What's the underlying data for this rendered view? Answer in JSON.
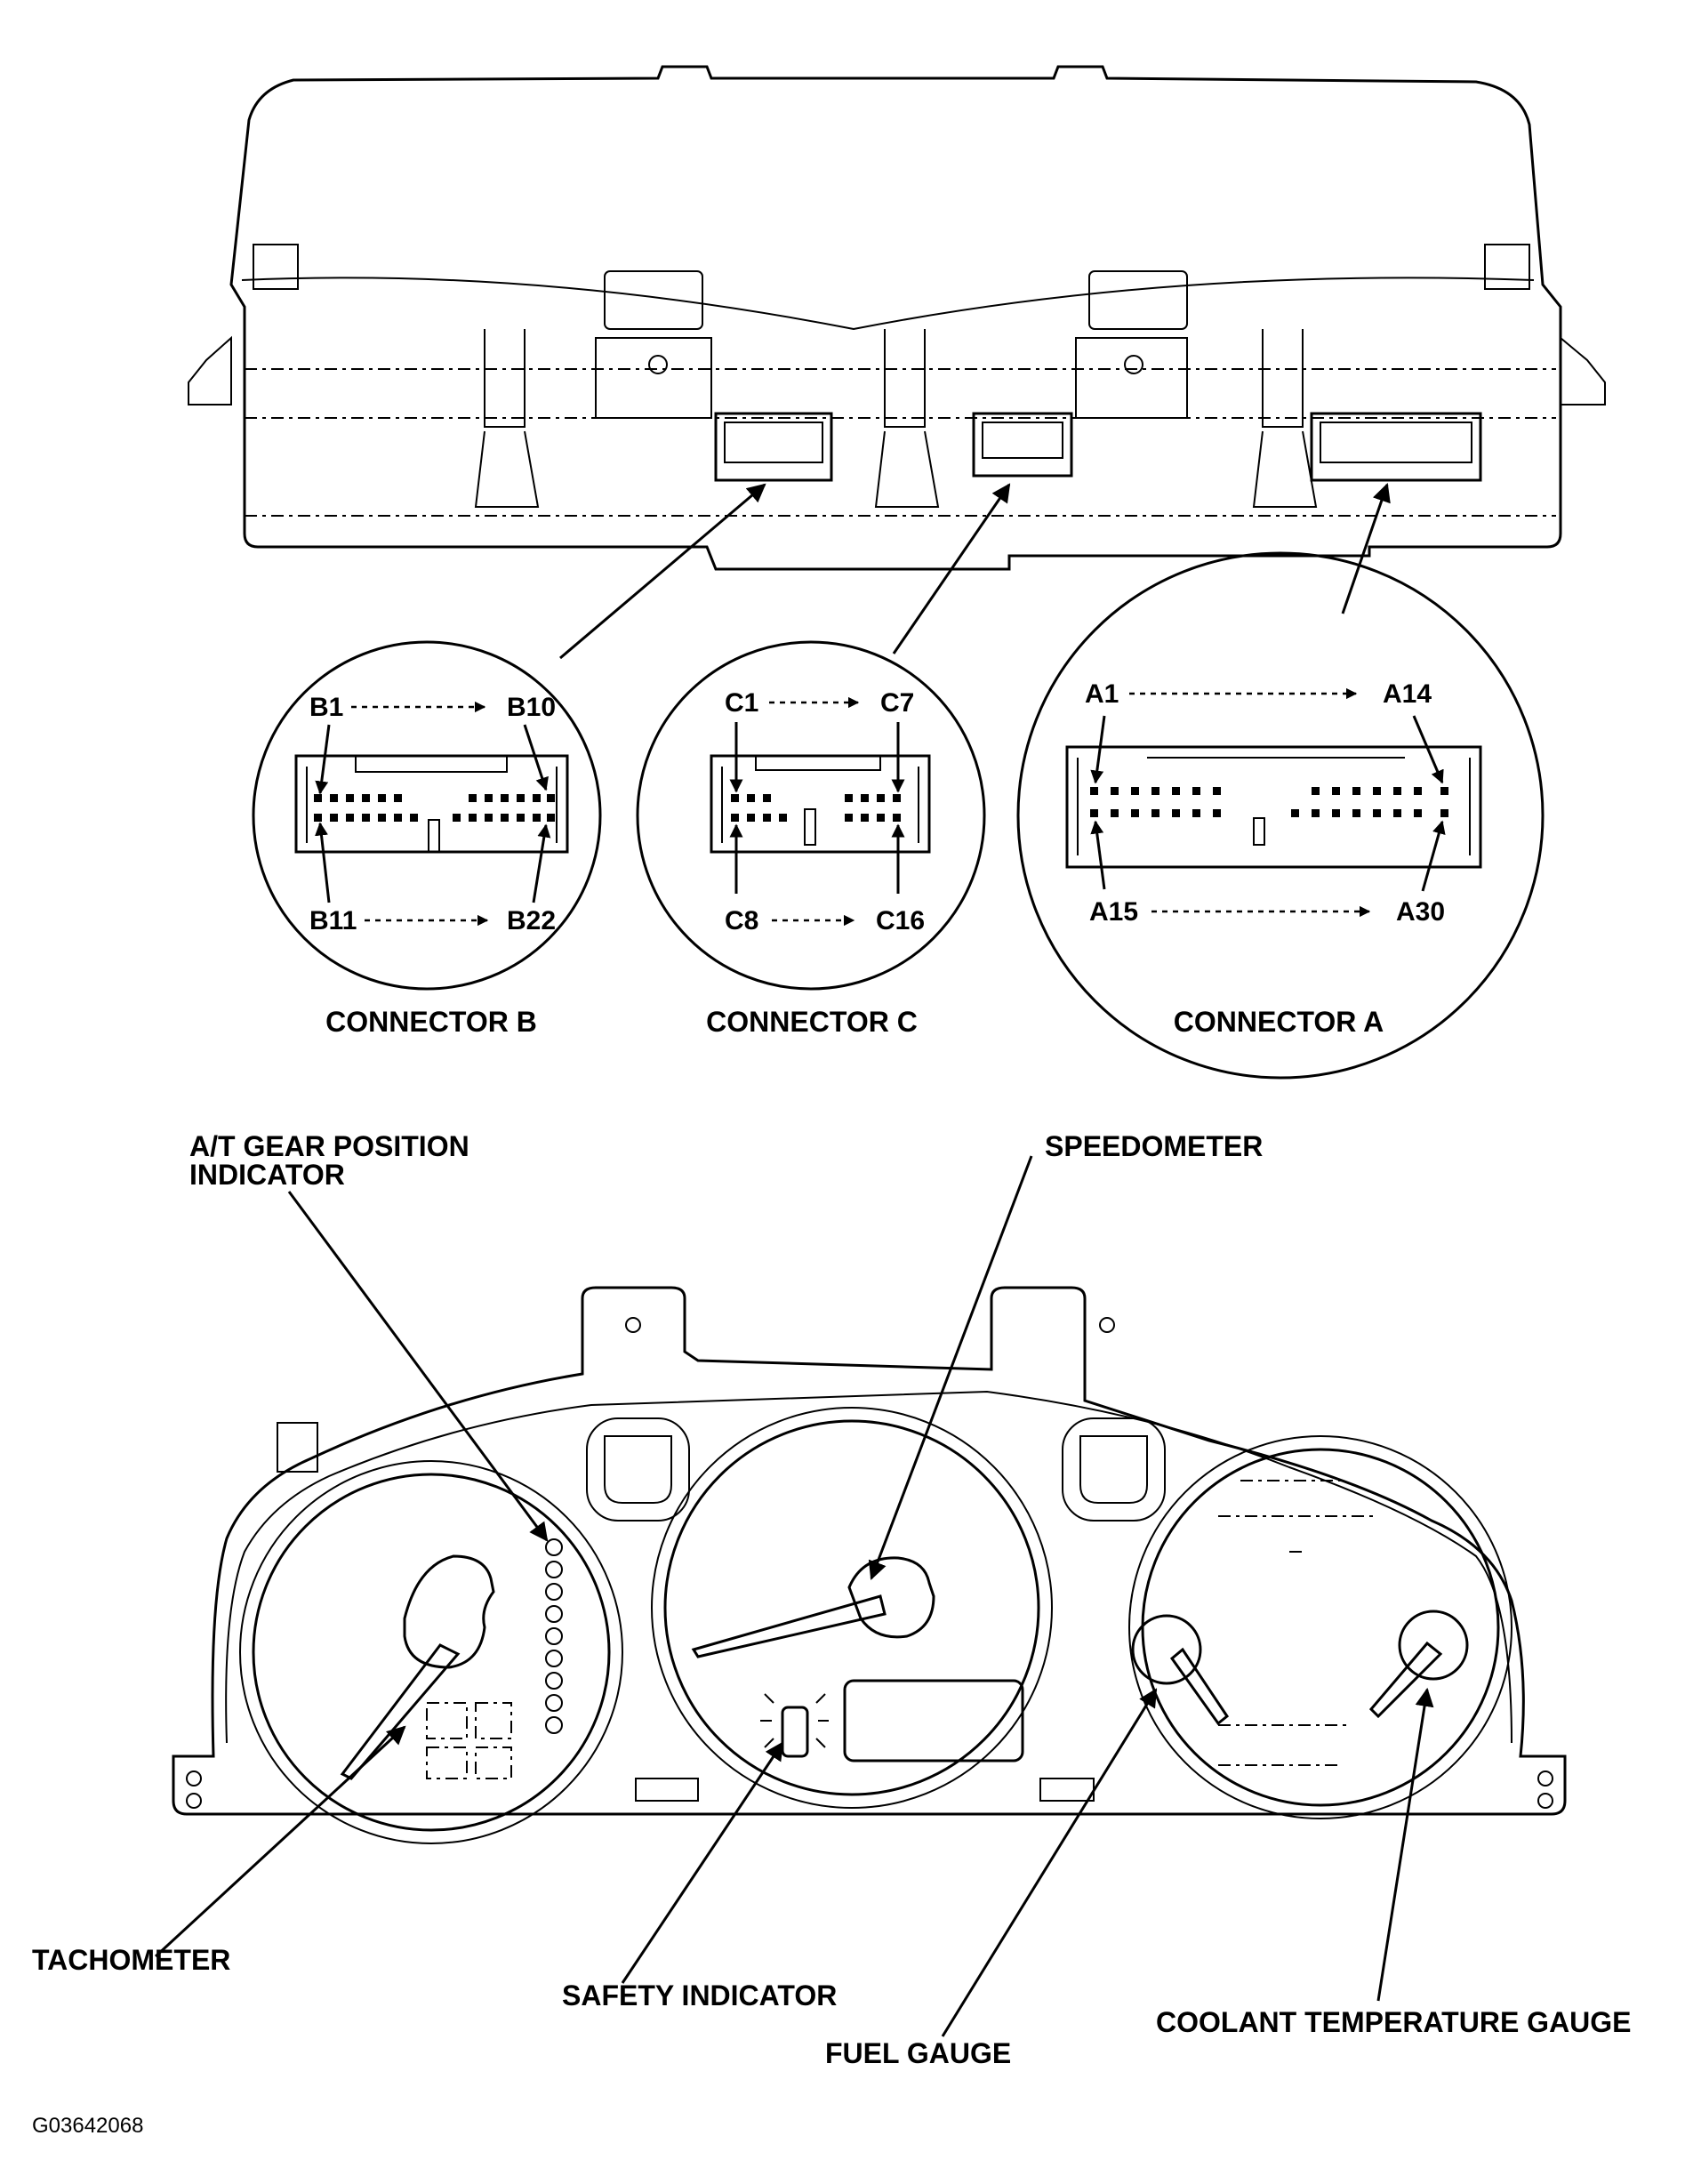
{
  "connectors": {
    "b": {
      "title": "CONNECTOR B",
      "top_left": "B1",
      "top_right": "B10",
      "bottom_left": "B11",
      "bottom_right": "B22"
    },
    "c": {
      "title": "CONNECTOR C",
      "top_left": "C1",
      "top_right": "C7",
      "bottom_left": "C8",
      "bottom_right": "C16"
    },
    "a": {
      "title": "CONNECTOR A",
      "top_left": "A1",
      "top_right": "A14",
      "bottom_left": "A15",
      "bottom_right": "A30"
    }
  },
  "components": {
    "gear_indicator_line1": "A/T GEAR POSITION",
    "gear_indicator_line2": "INDICATOR",
    "speedometer": "SPEEDOMETER",
    "tachometer": "TACHOMETER",
    "safety_indicator": "SAFETY INDICATOR",
    "fuel_gauge": "FUEL GAUGE",
    "coolant_gauge": "COOLANT TEMPERATURE GAUGE"
  },
  "figure_code": "G03642068"
}
